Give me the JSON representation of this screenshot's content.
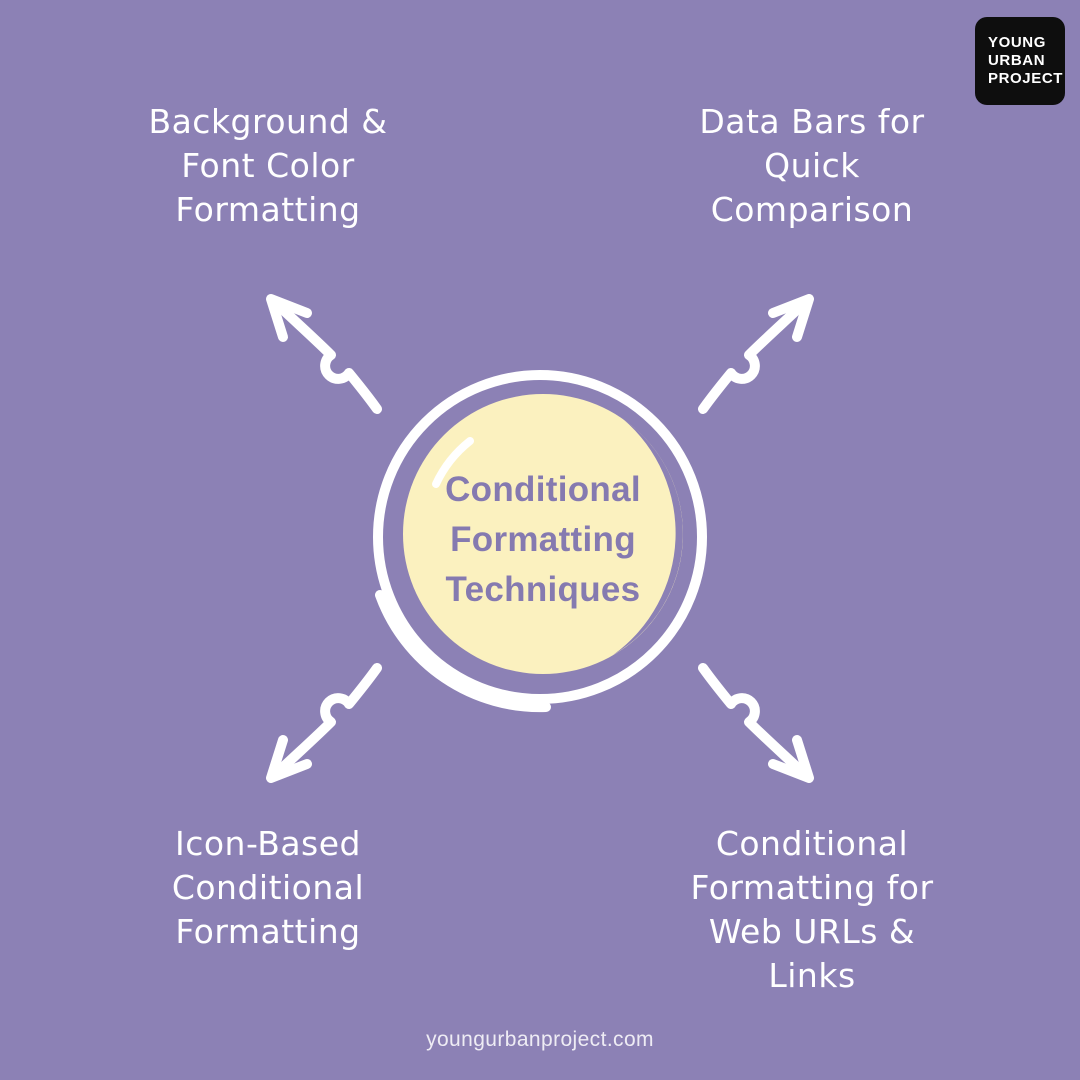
{
  "logo": {
    "lines": [
      "YOUNG",
      "URBAN",
      "PROJECT"
    ]
  },
  "center": {
    "title": "Conditional Formatting Techniques",
    "lines": [
      "Conditional",
      "Formatting",
      "Techniques"
    ]
  },
  "nodes": {
    "top_left": {
      "label": "Background & Font Color Formatting",
      "lines": [
        "Background &",
        "Font Color",
        "Formatting"
      ]
    },
    "top_right": {
      "label": "Data Bars for Quick Comparison",
      "lines": [
        "Data Bars for",
        "Quick",
        "Comparison"
      ]
    },
    "bottom_left": {
      "label": "Icon-Based Conditional Formatting",
      "lines": [
        "Icon-Based",
        "Conditional",
        "Formatting"
      ]
    },
    "bottom_right": {
      "label": "Conditional Formatting for Web URLs & Links",
      "lines": [
        "Conditional",
        "Formatting for",
        "Web URLs &",
        "Links"
      ]
    }
  },
  "footer": {
    "website": "youngurbanproject.com"
  },
  "colors": {
    "background": "#8c81b5",
    "circle_fill": "#fbf1bf",
    "circle_ring": "#ffffff",
    "center_text": "#857ab0",
    "node_text": "#ffffff",
    "arrow": "#ffffff",
    "logo_bg": "#0e0e0e",
    "logo_text": "#ffffff",
    "footer_text": "#ffffff"
  }
}
